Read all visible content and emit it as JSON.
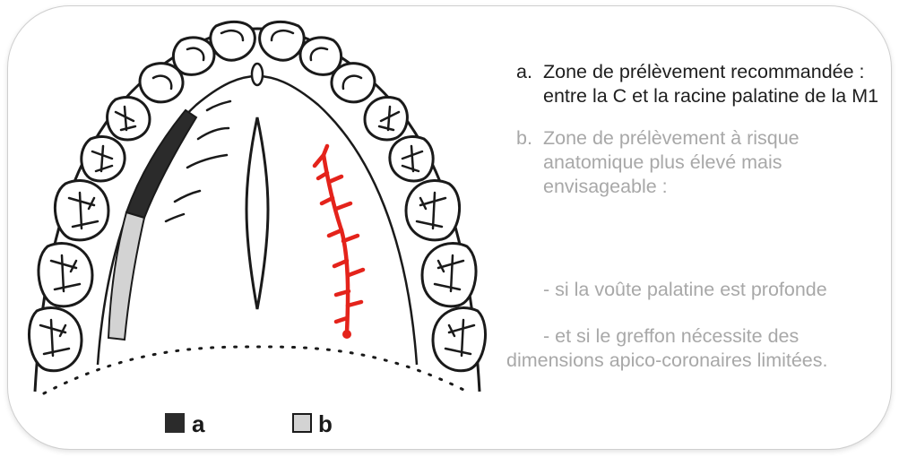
{
  "legend": {
    "a": "a",
    "b": "b"
  },
  "items": [
    {
      "marker": "a.",
      "text": "Zone de prélèvement recommandée : entre la C et la racine palatine de la M1"
    },
    {
      "marker": "b.",
      "text": "Zone de prélèvement à risque anatomique plus élevé mais envisageable :"
    }
  ],
  "conditions": {
    "first": "- si la voûte palatine est profonde",
    "second_line1": "- et si le greffon nécessite des",
    "second_line2": "dimensions apico-coronaires limitées."
  },
  "colors": {
    "zone_a": "#2b2b2b",
    "zone_b": "#d3d3d3",
    "artery": "#e4231b",
    "outline": "#1a1a1a",
    "text_a": "#1e1e1e",
    "text_b": "#a8a8a8"
  }
}
